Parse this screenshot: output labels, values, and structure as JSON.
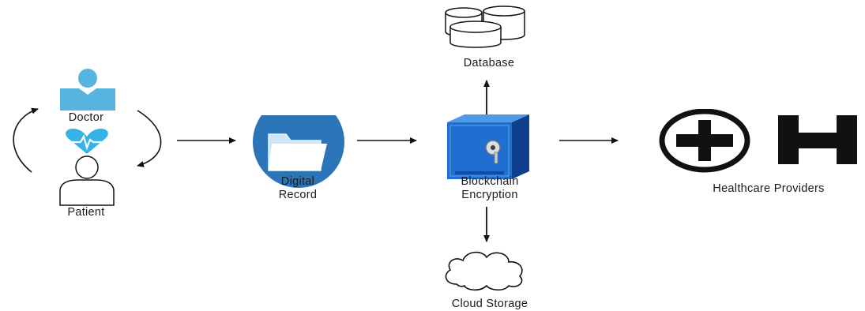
{
  "nodes": {
    "doctor": "Doctor",
    "patient": "Patient",
    "digital_record": "Digital\nRecord",
    "blockchain": "Blockchain\nEncryption",
    "database": "Database",
    "cloud_storage": "Cloud Storage",
    "healthcare_providers": "Healthcare Providers"
  },
  "colors": {
    "doctor_blue": "#57b4df",
    "heart_blue": "#35b3e6",
    "folder_blue": "#2a74b7",
    "safe_blue": "#1f6fd1",
    "dark": "#111111"
  },
  "icons": [
    "person-icon",
    "heartbeat-icon",
    "patient-outline-icon",
    "folder-icon",
    "safe-icon",
    "database-icon",
    "cloud-icon",
    "medical-cross-icon",
    "hospital-h-icon"
  ]
}
